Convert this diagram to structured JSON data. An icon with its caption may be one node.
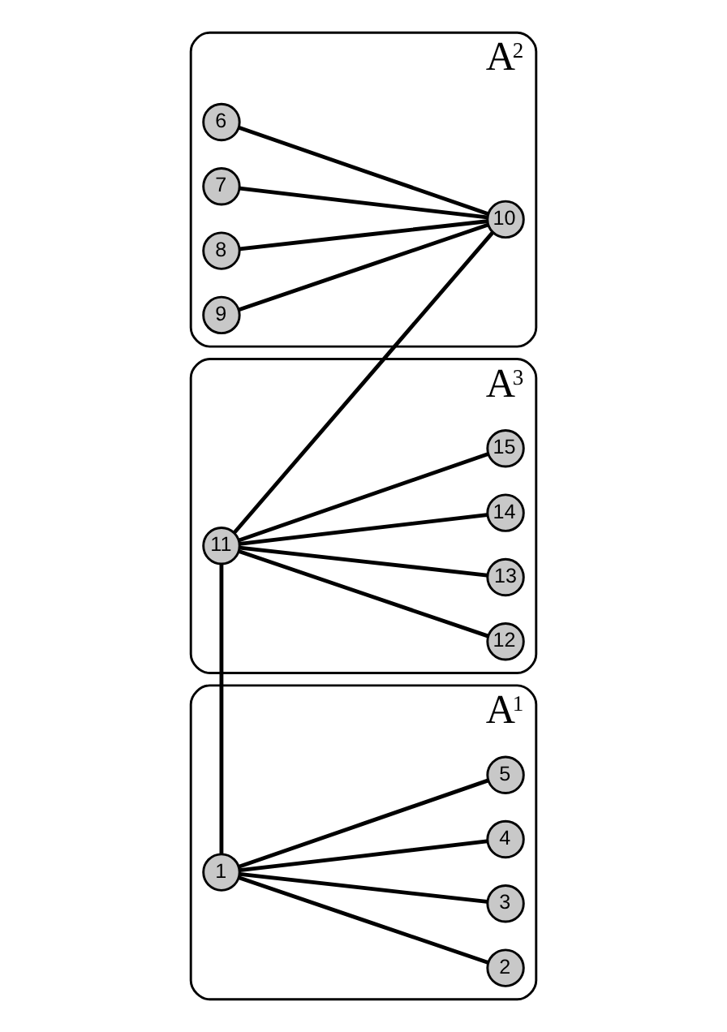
{
  "diagram": {
    "nodes": [
      {
        "text": [
          "A$^{1}$"
        ]
      },
      {
        "text": [
          "1"
        ],
        "in": 0
      },
      {
        "text": [
          "2"
        ],
        "in": 0
      },
      {
        "text": [
          "3"
        ],
        "in": 0
      },
      {
        "text": [
          "4"
        ],
        "in": 0
      },
      {
        "text": [
          "5"
        ],
        "in": 0
      },
      {
        "text": [
          "A$^{2}$"
        ]
      },
      {
        "text": [
          "6"
        ],
        "in": 6
      },
      {
        "text": [
          "7"
        ],
        "in": 6
      },
      {
        "text": [
          "8"
        ],
        "in": 6
      },
      {
        "text": [
          "9"
        ],
        "in": 6
      },
      {
        "text": [
          "10"
        ],
        "in": 6
      },
      {
        "text": [
          "A$^{3}$"
        ]
      },
      {
        "text": [
          "11"
        ],
        "in": 12
      },
      {
        "text": [
          "12"
        ],
        "in": 12
      },
      {
        "text": [
          "13"
        ],
        "in": 12
      },
      {
        "text": [
          "14"
        ],
        "in": 12
      },
      {
        "text": [
          "15"
        ],
        "in": 12
      }
    ],
    "edges": [
      {
        "from": 1,
        "to": 2,
        "arrow": "none"
      },
      {
        "from": 1,
        "to": 3,
        "arrow": "none"
      },
      {
        "from": 1,
        "to": 4,
        "arrow": "none"
      },
      {
        "from": 1,
        "to": 5,
        "arrow": "none"
      },
      {
        "from": 1,
        "to": 13,
        "arrow": "none"
      },
      {
        "from": 7,
        "to": 11,
        "arrow": "none"
      },
      {
        "from": 8,
        "to": 11,
        "arrow": "none"
      },
      {
        "from": 9,
        "to": 11,
        "arrow": "none"
      },
      {
        "from": 10,
        "to": 11,
        "arrow": "none"
      },
      {
        "from": 11,
        "to": 13,
        "arrow": "none"
      },
      {
        "from": 13,
        "to": 14,
        "arrow": "none"
      },
      {
        "from": 13,
        "to": 15,
        "arrow": "none"
      },
      {
        "from": 13,
        "to": 16,
        "arrow": "none"
      },
      {
        "from": 13,
        "to": 17,
        "arrow": "none"
      }
    ]
  }
}
